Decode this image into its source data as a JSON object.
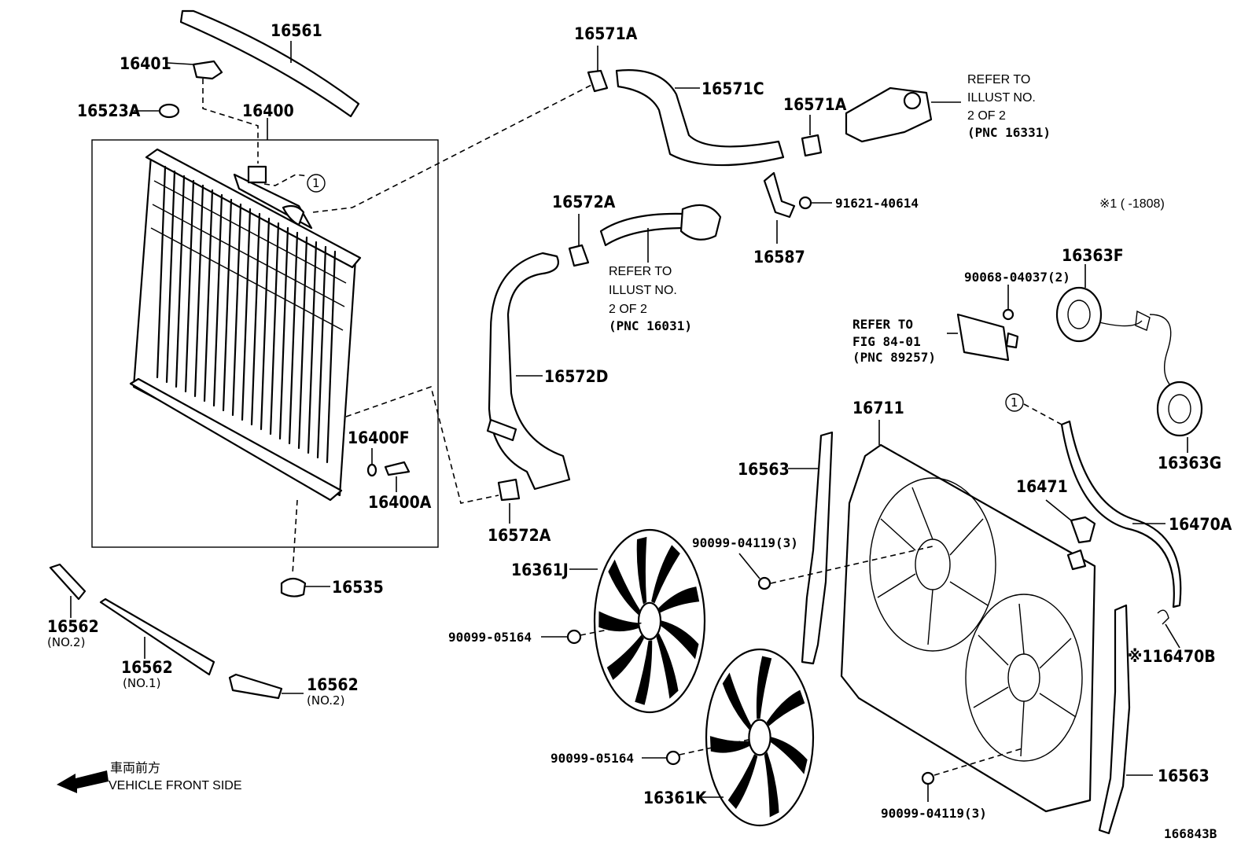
{
  "parts": {
    "p16561": "16561",
    "p16401": "16401",
    "p16523A": "16523A",
    "p16400": "16400",
    "p16571A_top": "16571A",
    "p16571C": "16571C",
    "p16571A_mid": "16571A",
    "p16572A_top": "16572A",
    "p91621": "91621-40614",
    "p16587": "16587",
    "p16572D": "16572D",
    "p16400F": "16400F",
    "p16400A": "16400A",
    "p16572A_bot": "16572A",
    "p16535": "16535",
    "p16562_a": "16562",
    "p16562_b": "16562",
    "p16562_c": "16562",
    "p16361J": "16361J",
    "p16361K": "16361K",
    "p90099_05164_a": "90099-05164",
    "p90099_05164_b": "90099-05164",
    "p90099_04119_a": "90099-04119(3)",
    "p90099_04119_b": "90099-04119(3)",
    "p16711": "16711",
    "p16563_a": "16563",
    "p16563_b": "16563",
    "p16471": "16471",
    "p16470A": "16470A",
    "p16470B": "※116470B",
    "p16363F": "16363F",
    "p16363G": "16363G",
    "p90068": "90068-04037(2)"
  },
  "subs": {
    "no2_a": "(NO.2)",
    "no1": "(NO.1)",
    "no2_b": "(NO.2)"
  },
  "refs": {
    "thermostat": [
      "REFER TO",
      "ILLUST NO.",
      "2 OF 2",
      "(PNC 16331)"
    ],
    "waterpump": [
      "REFER TO",
      "ILLUST NO.",
      "2 OF 2",
      "(PNC 16031)"
    ],
    "fig84": [
      "REFER TO",
      "FIG 84-01",
      "(PNC 89257)"
    ]
  },
  "callout": "1",
  "note": "※1 (      -1808)",
  "front": {
    "kanji": "車両前方",
    "text": "VEHICLE FRONT SIDE"
  },
  "figure_no": "166843B"
}
